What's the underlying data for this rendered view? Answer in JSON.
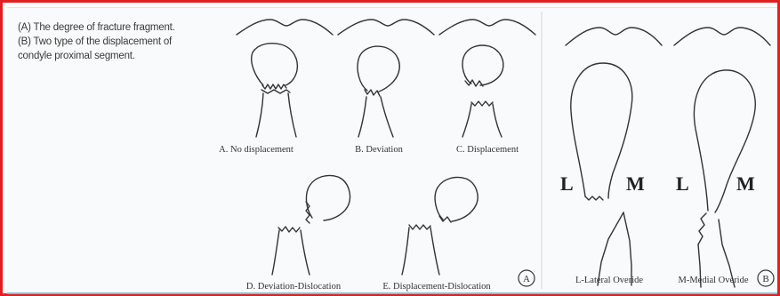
{
  "caption": {
    "line_a": "(A) The degree of fracture fragment.",
    "line_b1": "(B) Two type of the displacement of",
    "line_b2": "condyle proximal segment."
  },
  "panel_a": {
    "badge": "A",
    "labels": {
      "a": "A. No displacement",
      "b": "B. Deviation",
      "c": "C. Displacement",
      "d": "D. Deviation-Dislocation",
      "e": "E. Displacement-Dislocation"
    }
  },
  "panel_b": {
    "badge": "B",
    "lateral_label": "L-Lateral Overide",
    "medial_label": "M-Medial Overide",
    "left_fig": {
      "l": "L",
      "m": "M"
    },
    "right_fig": {
      "l": "L",
      "m": "M"
    }
  },
  "colors": {
    "frame": "#e02020",
    "panel_bg": "#f9fafb",
    "bottom_rule": "#74c3e6",
    "ink": "#333333"
  }
}
